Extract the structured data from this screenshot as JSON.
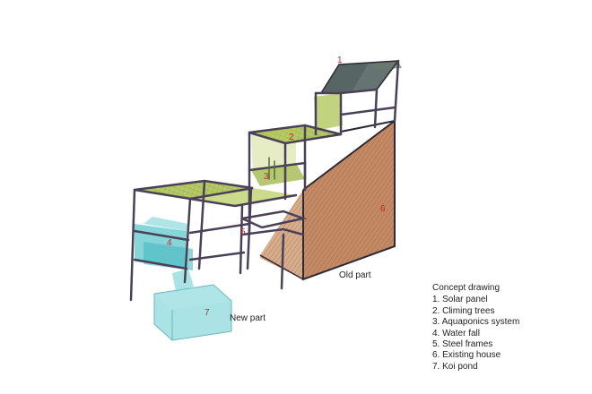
{
  "figure": {
    "caption_old": "Old part",
    "caption_new": "New part",
    "markers": [
      "1",
      "2",
      "3",
      "4",
      "5",
      "6",
      "7"
    ]
  },
  "legend": {
    "title": "Concept drawing",
    "items": [
      "1. Solar panel",
      "2. Climing trees",
      "3. Aquaponics system",
      "4. Water fall",
      "5. Steel frames",
      "6. Existing house",
      "7. Koi pond"
    ]
  },
  "colors": {
    "frame": "#4a4058",
    "deck_green": "#a8c04a",
    "house_brown": "#b8764a",
    "water_cyan": "#5ec8cc",
    "pond_cyan": "#8fd8dc",
    "solar_dark": "#3a4a4a",
    "marker_red": "#c0282a"
  }
}
